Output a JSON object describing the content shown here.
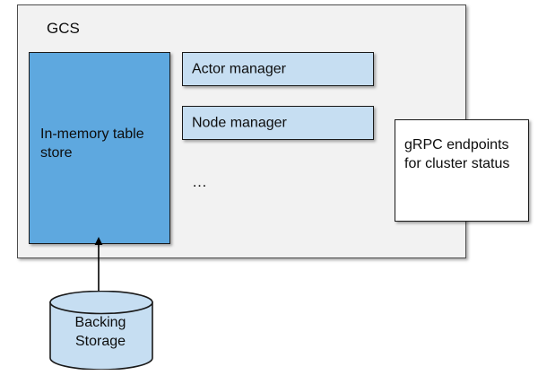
{
  "diagram": {
    "container": {
      "label": "GCS",
      "fill": "#F2F2F2",
      "stroke": "#4D4D4D"
    },
    "in_memory_store": {
      "label": "In-memory table store",
      "fill": "#5EA8DF",
      "stroke": "#1A1A1A"
    },
    "components": [
      {
        "label": "Actor manager",
        "fill": "#C6DEF2",
        "stroke": "#1A1A1A"
      },
      {
        "label": "Node manager",
        "fill": "#C6DEF2",
        "stroke": "#1A1A1A"
      }
    ],
    "more_indicator": "…",
    "grpc_endpoints": {
      "label": "gRPC endpoints for cluster status",
      "fill": "#FFFFFF",
      "stroke": "#1A1A1A"
    },
    "backing_storage": {
      "label_line1": "Backing",
      "label_line2": "Storage",
      "fill": "#C6DEF2",
      "stroke": "#1A1A1A"
    },
    "connector": {
      "name": "bidirectional-arrow",
      "from": "In-memory table store",
      "to": "Backing Storage",
      "stroke": "#000000"
    }
  }
}
